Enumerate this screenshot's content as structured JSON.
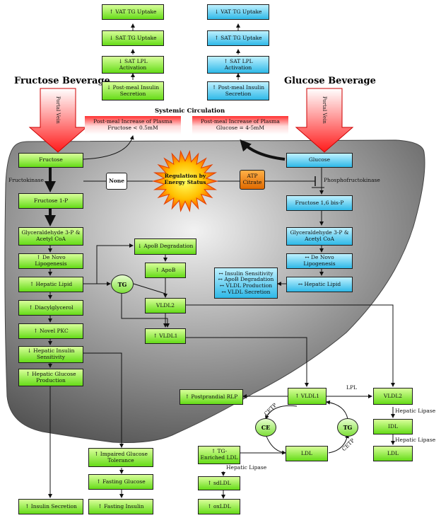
{
  "titles": {
    "fructose_beverage": "Fructose Beverage",
    "glucose_beverage": "Glucose Beverage",
    "systemic_circulation": "Systemic Circulation",
    "portal_vein_left": "Portal Vein",
    "portal_vein_right": "Portal Vein"
  },
  "top_left": {
    "vat": "↑ VAT TG Uptake",
    "sat": "↓ SAT TG Uptake",
    "lpl": "↓ SAT LPL Activation",
    "insulin": "↓ Post-meal Insulin Secretion"
  },
  "top_right": {
    "vat": "↓ VAT TG Uptake",
    "sat": "↑ SAT TG Uptake",
    "lpl": "↑ SAT LPL Activation",
    "insulin": "↑ Post-meal Insulin Secretion"
  },
  "circulation": {
    "fructose": "Post-meal Increase of Plasma Fructose < 0.5mM",
    "glucose": "Post-meal Increase of Plasma Glucose = 4-5mM"
  },
  "hub": {
    "sun": "Regulation by Energy Status",
    "none": "None",
    "atp": "ATP Citrate",
    "fructokinase": "Fructokinase",
    "phosphofructokinase": "Phosphofructokinase"
  },
  "left_chain": {
    "fructose": "Fructose",
    "f1p": "Fructose 1-P",
    "g3p": "Glyceraldehyde 3-P & Acetyl CoA",
    "dnl": "↑ De Novo Lipogenesis",
    "hepatic_lipid": "↑ Hepatic Lipid",
    "dag": "↑ Diacylglycerol",
    "pkc": "↑ Novel PKC",
    "insulin_sens": "↓ Hepatic Insulin Sensitivity",
    "hgp": "↑ Hepatic Glucose Production",
    "insulin_secretion": "↑ Insulin Secretion"
  },
  "middle": {
    "apob_deg": "↓ ApoB Degradation",
    "apob": "↑ ApoB",
    "tg": "TG",
    "vldl2": "VLDL2",
    "vldl1": "↑ VLDL1"
  },
  "right_chain": {
    "glucose": "Glucose",
    "f16bp": "Fructose 1,6 bis-P",
    "g3p": "Glyceraldehyde 3-P & Acetyl CoA",
    "dnl": "↔ De Novo Lipogenesis",
    "hepatic_lipid": "↔ Hepatic Lipid",
    "summary": "↔ Insulin Sensitivity\n↔ ApoB Degradation\n↔ VLDL Production\n↔ VLDL Secretion"
  },
  "bottom": {
    "rlp": "↑ Postprandial RLP",
    "vldl1": "↑ VLDL1",
    "vldl2": "VLDL2",
    "lpl": "LPL",
    "cetp_top": "CETP",
    "cetp_bottom": "CETP",
    "ce": "CE",
    "tg": "TG",
    "ldl_mid": "LDL",
    "idl": "IDL",
    "ldl_right": "LDL",
    "hepatic_lipase_1": "Hepatic Lipase",
    "hepatic_lipase_2": "Hepatic Lipase",
    "hepatic_lipase_3": "Hepatic Lipase",
    "tg_ldl": "↑ TG-Enriched LDL",
    "sdldl": "↑ sdLDL",
    "oxldl": "↑ oxLDL",
    "impaired": "↑ Impaired Glucose Tolerance",
    "fasting_glucose": "↑ Fasting Glucose",
    "fasting_insulin": "↑ Fasting Insulin"
  },
  "colors": {
    "green_box": "#66dc18",
    "blue_box": "#2fb9e8",
    "liver": "#8a8a8a",
    "red_arrow": "#ff2a2a",
    "atp_box": "#e06a00"
  }
}
